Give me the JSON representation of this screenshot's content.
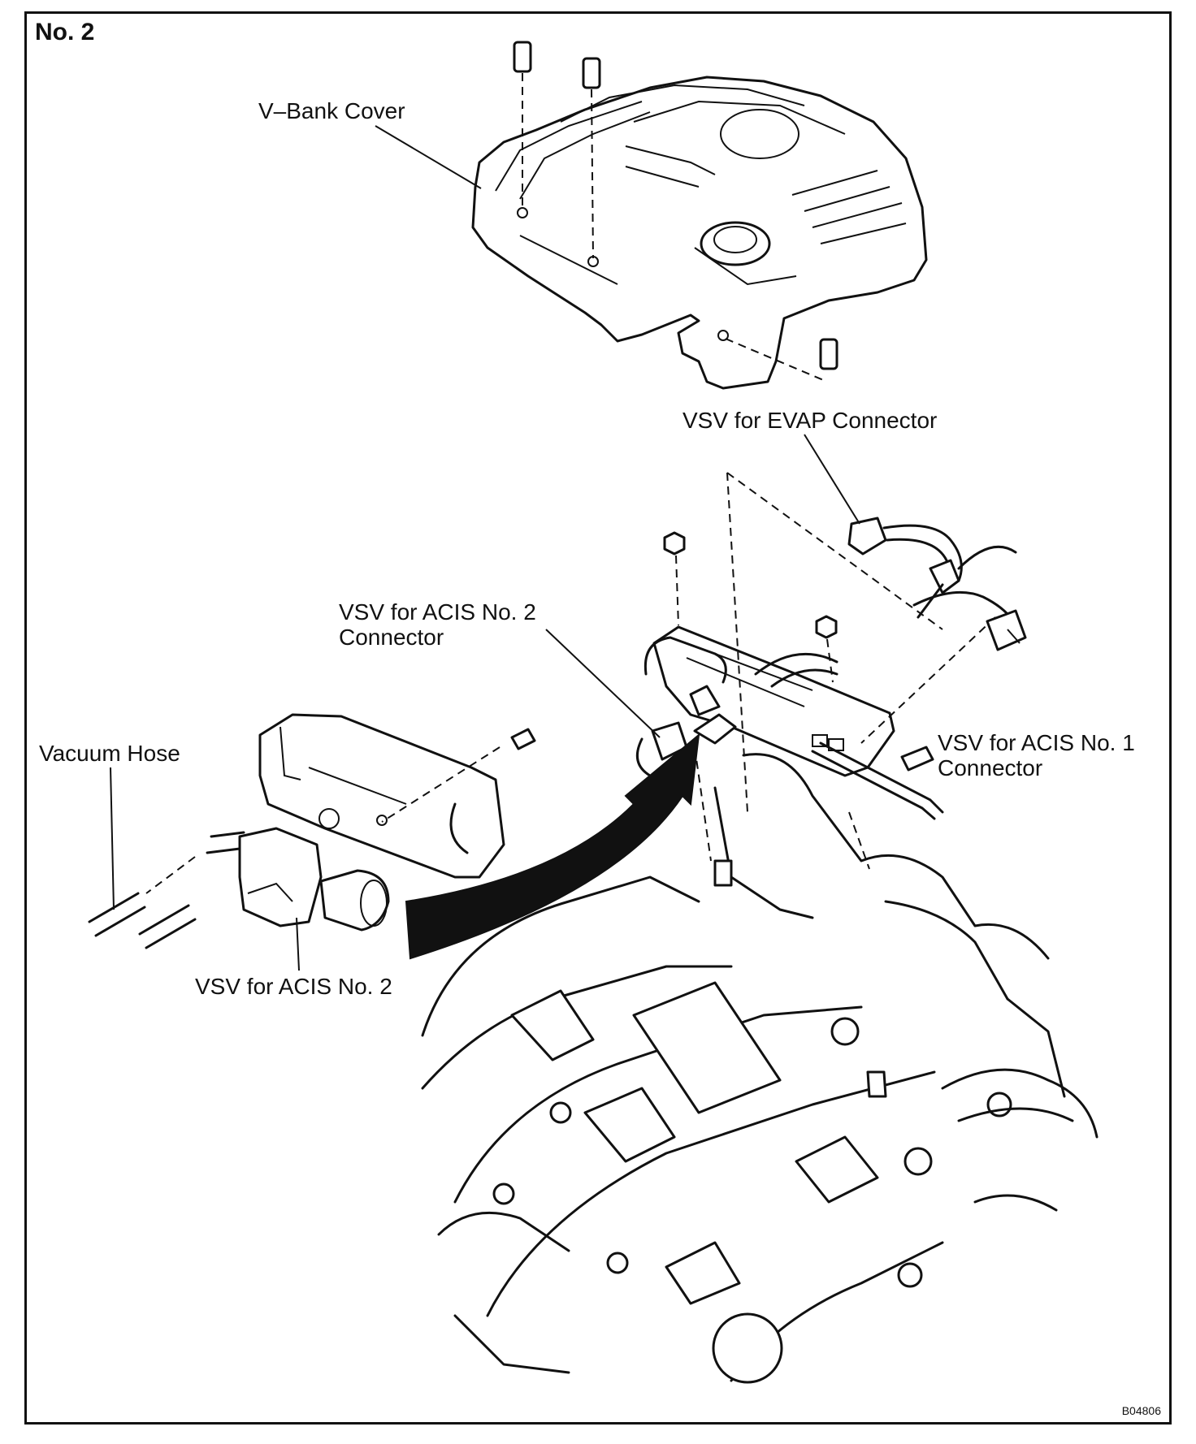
{
  "sheet_label": "No. 2",
  "figure_code": "B04806",
  "labels": {
    "v_bank_cover": "V–Bank Cover",
    "vsv_evap_connector": "VSV for EVAP Connector",
    "vsv_acis2_connector_line1": "VSV for ACIS No. 2",
    "vsv_acis2_connector_line2": "Connector",
    "vsv_acis1_connector_line1": "VSV for ACIS No. 1",
    "vsv_acis1_connector_line2": "Connector",
    "vacuum_hose": "Vacuum Hose",
    "vsv_acis2": "VSV for ACIS No. 2"
  }
}
